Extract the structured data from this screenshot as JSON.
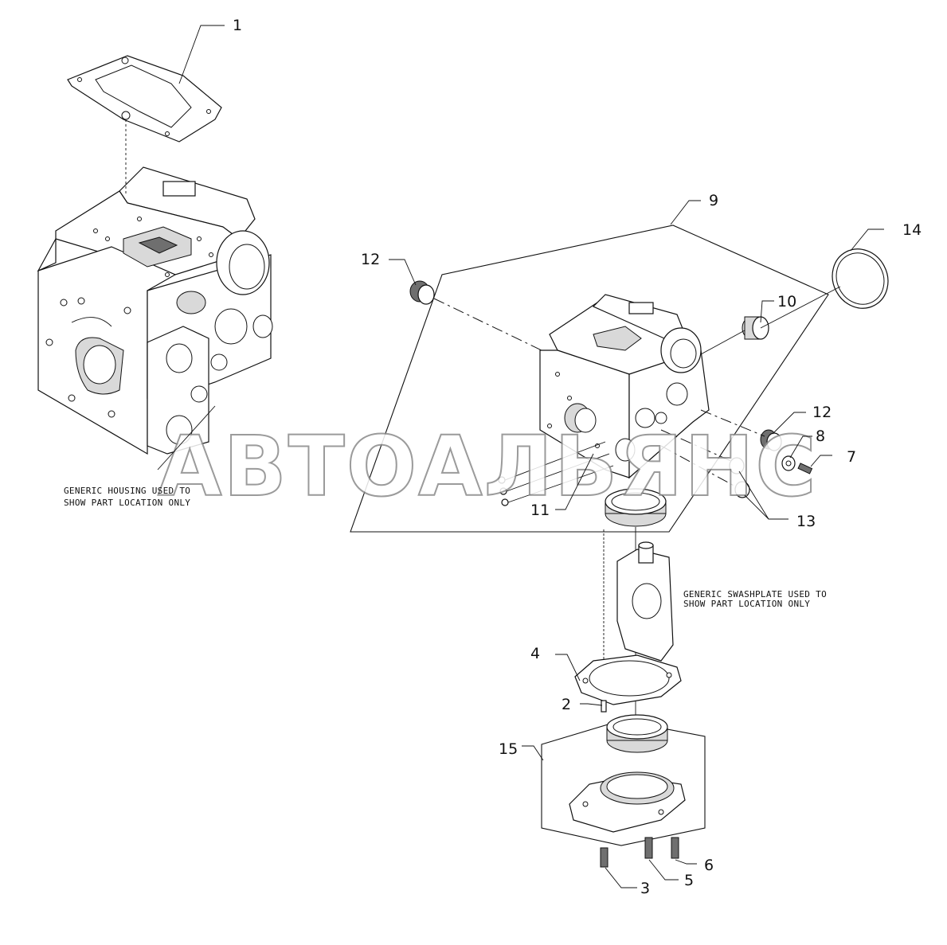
{
  "callouts": {
    "c1": "1",
    "c2": "2",
    "c3": "3",
    "c4": "4",
    "c5": "5",
    "c6": "6",
    "c7": "7",
    "c8": "8",
    "c9": "9",
    "c10": "10",
    "c11": "11",
    "c12a": "12",
    "c12b": "12",
    "c13": "13",
    "c14": "14",
    "c15": "15"
  },
  "notes": {
    "housing_line1": "GENERIC HOUSING USED TO",
    "housing_line2": "SHOW PART LOCATION ONLY",
    "swashplate_line1": "GENERIC SWASHPLATE USED TO",
    "swashplate_line2": "SHOW PART LOCATION ONLY"
  },
  "watermark": "АВТОАЛЬЯНС"
}
